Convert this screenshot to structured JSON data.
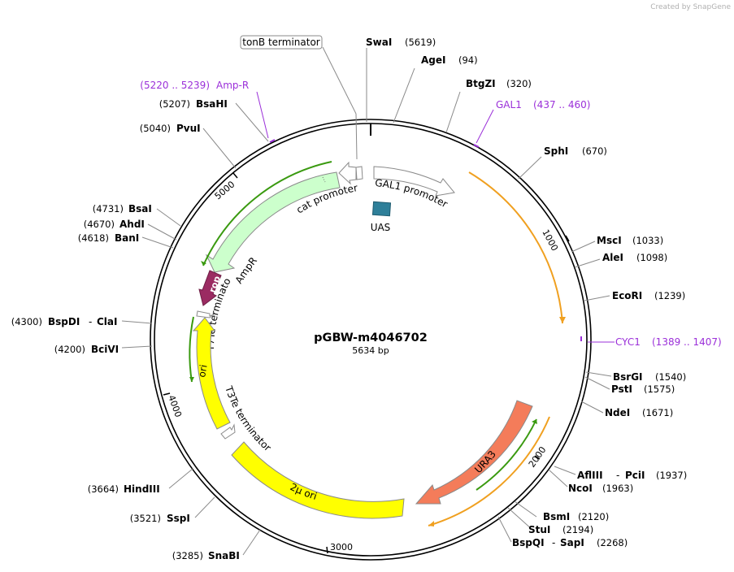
{
  "watermark": "Created by SnapGene",
  "plasmid": {
    "name": "pGBW-m4046702",
    "length_label": "5634 bp",
    "length": 5634
  },
  "colors": {
    "primer": "#9b30d9",
    "backbone": "#000000",
    "gal1_promoter": "#ffffff",
    "uas": "#2e7f99",
    "ampr": "#ccffcc",
    "cat_promoter": "#ffffff",
    "rop": "#9b2b62",
    "ori": "#ffff00",
    "two_mu_ori": "#ffff00",
    "ura3": "#f47c5a",
    "orange_line": "#f0a020",
    "green_line": "#3a9a10"
  },
  "ticks": [
    "1000",
    "2000",
    "3000",
    "4000",
    "5000"
  ],
  "enzymes": [
    {
      "name": "SwaI",
      "pos": "(5619)"
    },
    {
      "name": "AgeI",
      "pos": "(94)"
    },
    {
      "name": "BtgZI",
      "pos": "(320)"
    },
    {
      "name": "SphI",
      "pos": "(670)"
    },
    {
      "name": "MscI",
      "pos": "(1033)"
    },
    {
      "name": "AleI",
      "pos": "(1098)"
    },
    {
      "name": "EcoRI",
      "pos": "(1239)"
    },
    {
      "name": "BsrGI",
      "pos": "(1540)"
    },
    {
      "name": "PstI",
      "pos": "(1575)"
    },
    {
      "name": "NdeI",
      "pos": "(1671)"
    },
    {
      "name": "AflIII",
      "name2": "PciI",
      "pos": "(1937)"
    },
    {
      "name": "NcoI",
      "pos": "(1963)"
    },
    {
      "name": "BsmI",
      "pos": "(2120)"
    },
    {
      "name": "StuI",
      "pos": "(2194)"
    },
    {
      "name": "BspQI",
      "name2": "SapI",
      "pos": "(2268)"
    },
    {
      "name": "SnaBI",
      "pos": "(3285)"
    },
    {
      "name": "SspI",
      "pos": "(3521)"
    },
    {
      "name": "HindIII",
      "pos": "(3664)"
    },
    {
      "name": "BciVI",
      "pos": "(4200)"
    },
    {
      "name": "BspDI",
      "name2": "ClaI",
      "pos": "(4300)"
    },
    {
      "name": "BanI",
      "pos": "(4618)"
    },
    {
      "name": "AhdI",
      "pos": "(4670)"
    },
    {
      "name": "BsaI",
      "pos": "(4731)"
    },
    {
      "name": "PvuI",
      "pos": "(5040)"
    },
    {
      "name": "BsaHI",
      "pos": "(5207)"
    }
  ],
  "primers": [
    {
      "name": "Amp-R",
      "range": "(5220 .. 5239)"
    },
    {
      "name": "GAL1",
      "range": "(437 .. 460)"
    },
    {
      "name": "CYC1",
      "range": "(1389 .. 1407)"
    }
  ],
  "features": {
    "tonb": "tonB terminator",
    "gal1_promoter": "GAL1 promoter",
    "uas": "UAS",
    "cat_promoter": "cat promoter",
    "ampr": "AmpR",
    "rop": "rop",
    "t7te": "T7Te terminator",
    "ori": "ori",
    "t3te": "T3Te terminator",
    "two_mu_ori": "2μ ori",
    "ura3": "URA3"
  }
}
